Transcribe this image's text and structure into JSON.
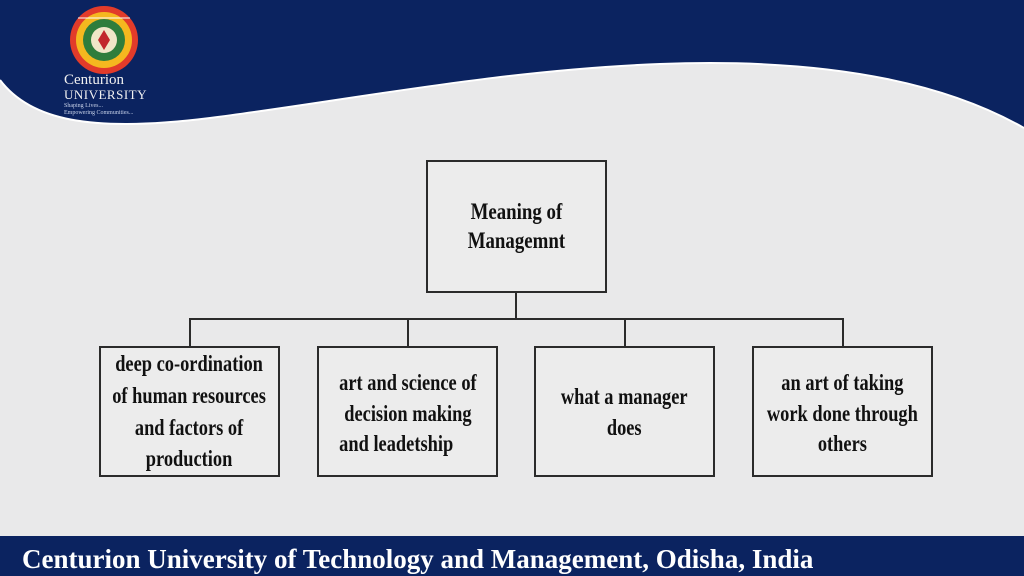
{
  "header": {
    "logo": {
      "name": "Centurion",
      "name_line2": "UNIVERSITY",
      "tagline_1": "Shaping Lives...",
      "tagline_2": "Empowering Communities..."
    }
  },
  "diagram": {
    "root": {
      "line1": "Meaning of",
      "line2": "Managemnt"
    },
    "children": [
      {
        "lines": [
          "deep co-ordination",
          "of human resources",
          "and factors of",
          "production"
        ]
      },
      {
        "lines": [
          "art and science of",
          "decision  making",
          "and leadetship"
        ]
      },
      {
        "lines": [
          "what a manager",
          "does"
        ]
      },
      {
        "lines": [
          "an art of taking",
          "work done through",
          "others"
        ]
      }
    ]
  },
  "footer": {
    "text": "Centurion University of Technology and Management, Odisha, India"
  },
  "colors": {
    "navy": "#0b2360",
    "background": "#e9e9ea",
    "box_border": "#2b2b2b"
  }
}
